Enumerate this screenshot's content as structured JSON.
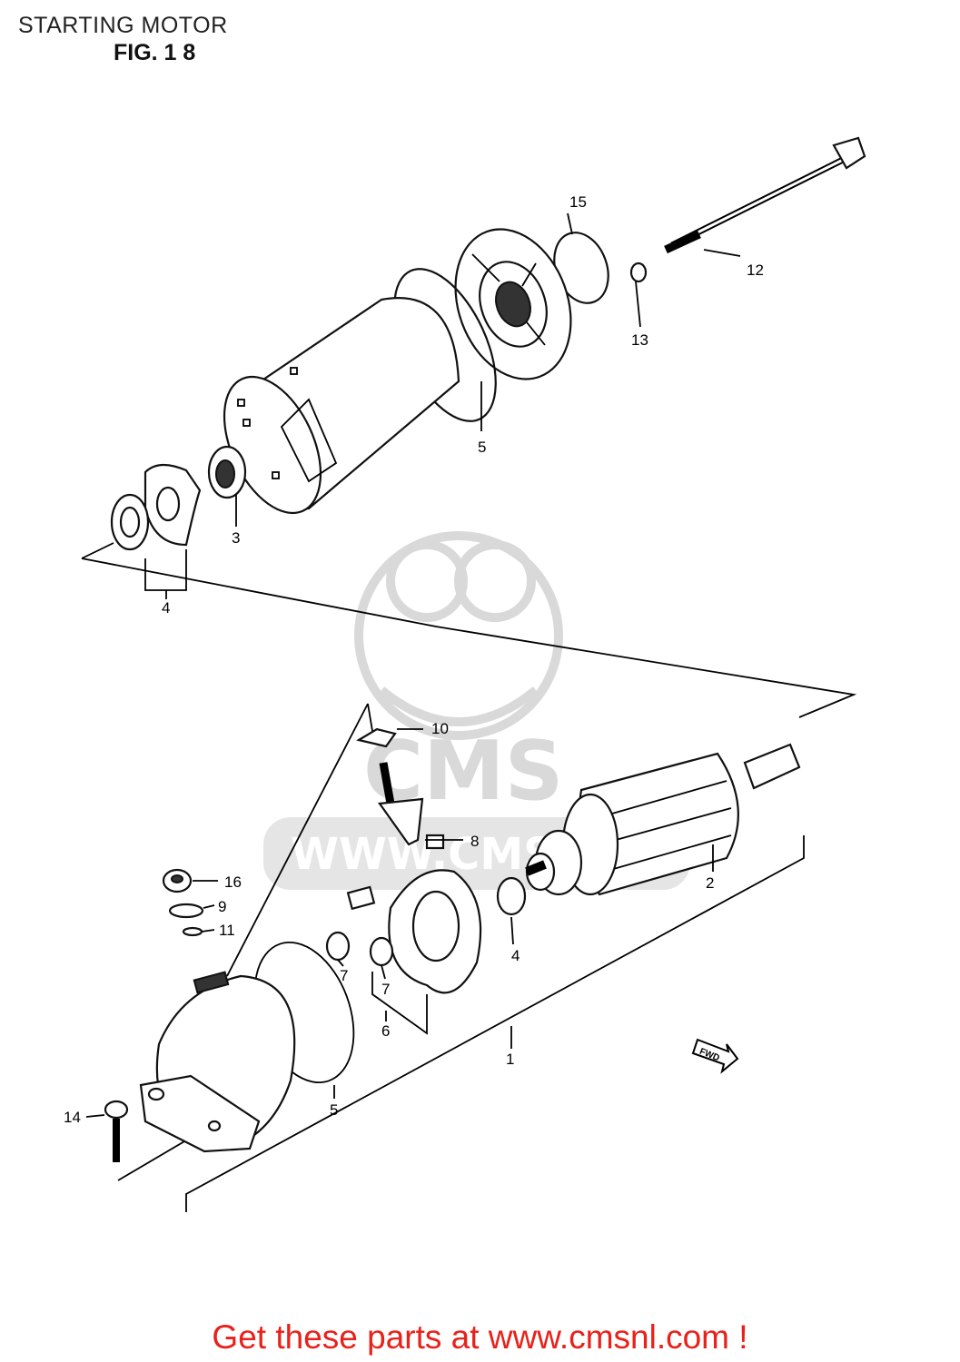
{
  "header": {
    "title": "STARTING MOTOR",
    "figure": "FIG. 1 8"
  },
  "callouts": [
    {
      "id": "c15",
      "text": "15"
    },
    {
      "id": "c12",
      "text": "12"
    },
    {
      "id": "c13",
      "text": "13"
    },
    {
      "id": "c5a",
      "text": "5"
    },
    {
      "id": "c3",
      "text": "3"
    },
    {
      "id": "c4a",
      "text": "4"
    },
    {
      "id": "c10",
      "text": "10"
    },
    {
      "id": "c8",
      "text": "8"
    },
    {
      "id": "c2",
      "text": "2"
    },
    {
      "id": "c16",
      "text": "16"
    },
    {
      "id": "c9",
      "text": "9"
    },
    {
      "id": "c11",
      "text": "11"
    },
    {
      "id": "c4b",
      "text": "4"
    },
    {
      "id": "c7a",
      "text": "7"
    },
    {
      "id": "c7b",
      "text": "7"
    },
    {
      "id": "c6",
      "text": "6"
    },
    {
      "id": "c1",
      "text": "1"
    },
    {
      "id": "c5b",
      "text": "5"
    },
    {
      "id": "c14",
      "text": "14"
    }
  ],
  "fwd_arrow": "FWD",
  "watermark": {
    "brand": "CMS",
    "url": "WWW.CMSNL"
  },
  "footer": {
    "text": "Get these parts at www.cmsnl.com !"
  }
}
